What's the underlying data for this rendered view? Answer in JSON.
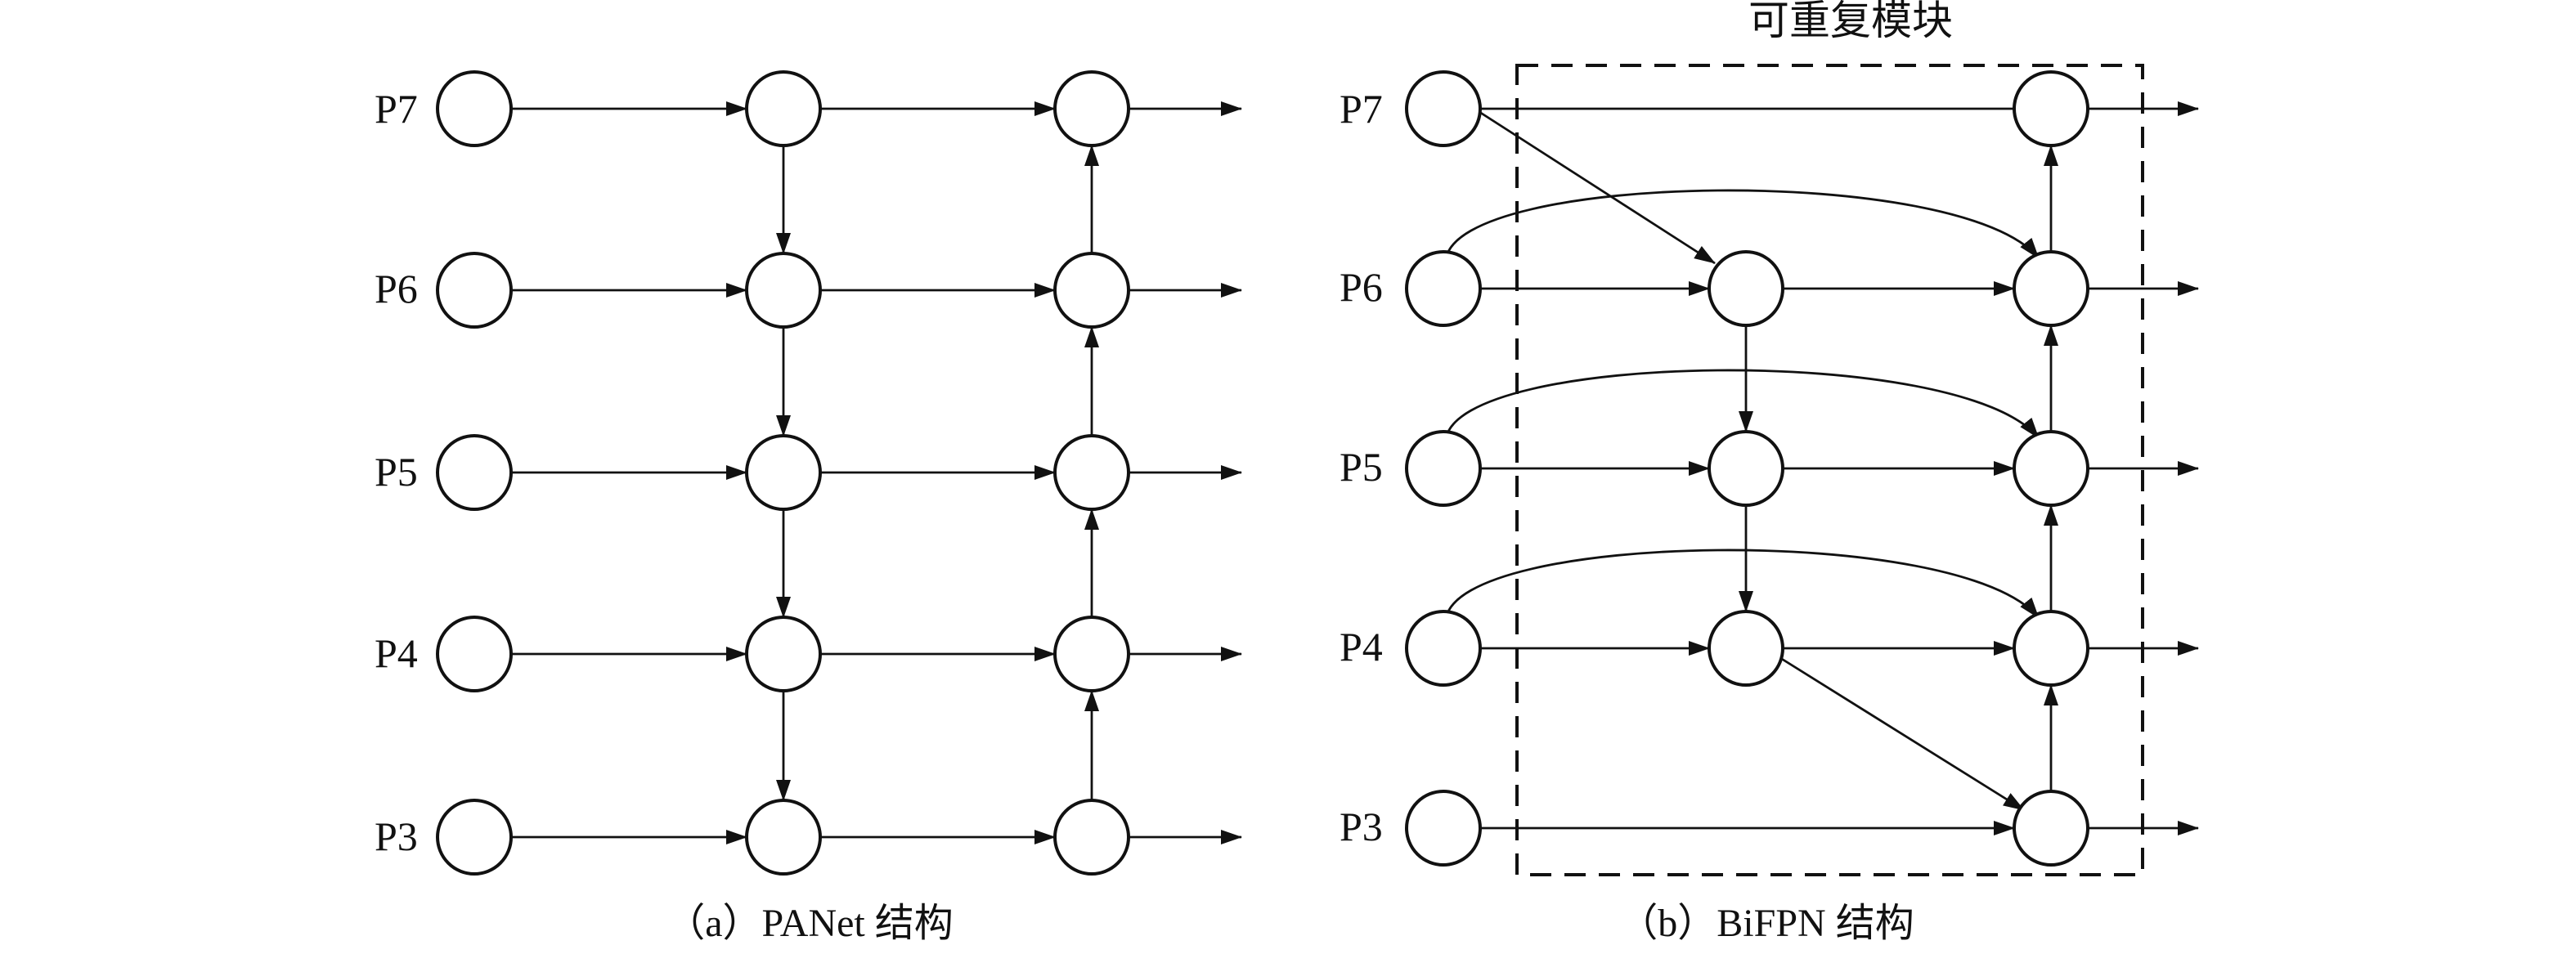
{
  "panels": [
    {
      "id": "panet",
      "caption": "（a）PANet 结构",
      "levels": [
        "P7",
        "P6",
        "P5",
        "P4",
        "P3"
      ]
    },
    {
      "id": "bifpn",
      "caption": "（b）BiFPN 结构",
      "levels": [
        "P7",
        "P6",
        "P5",
        "P4",
        "P3"
      ],
      "box_label": "可重复模块"
    }
  ],
  "colors": {
    "stroke": "#111111",
    "background": "#ffffff"
  }
}
